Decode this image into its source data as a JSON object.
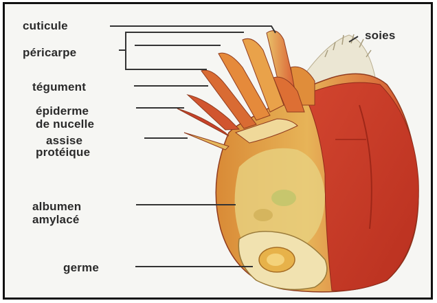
{
  "diagram": {
    "labels": {
      "cuticule": "cuticule",
      "pericarpe": "péricarpe",
      "tegument": "tégument",
      "epiderme_line1": "épiderme",
      "epiderme_line2": "de nucelle",
      "assise_line1": "assise",
      "assise_line2": "protéique",
      "albumen_line1": "albumen",
      "albumen_line2": "amylacé",
      "germe": "germe",
      "soies": "soies"
    },
    "colors": {
      "background": "#f6f6f3",
      "frame": "#111111",
      "pericarp_red": "#c8382a",
      "pericarp_orange": "#e0893a",
      "endosperm_yellow": "#e9d07a",
      "germ_cream": "#f3e2a6",
      "bristles": "#e8e3d0",
      "leader_line": "#333333"
    }
  }
}
